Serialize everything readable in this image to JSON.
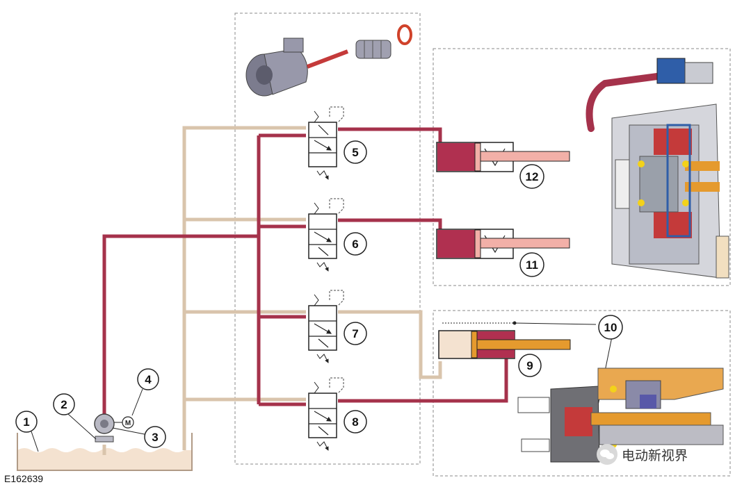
{
  "figure_code": "E162639",
  "watermark_text": "电动新视界",
  "callouts": [
    {
      "id": "1",
      "label": "1"
    },
    {
      "id": "2",
      "label": "2"
    },
    {
      "id": "3",
      "label": "3"
    },
    {
      "id": "4",
      "label": "4"
    },
    {
      "id": "5",
      "label": "5"
    },
    {
      "id": "6",
      "label": "6"
    },
    {
      "id": "7",
      "label": "7"
    },
    {
      "id": "8",
      "label": "8"
    },
    {
      "id": "9",
      "label": "9"
    },
    {
      "id": "10",
      "label": "10"
    },
    {
      "id": "11",
      "label": "11"
    },
    {
      "id": "12",
      "label": "12"
    }
  ],
  "motor_symbol": "M",
  "colors": {
    "pressure_line": "#a5324b",
    "return_line": "#d9c4ac",
    "fluid": "#f4e2d0",
    "cylinder_fill": "#b03050",
    "piston_rod": "#f2b0a8",
    "rod_orange": "#e59a2e",
    "dashed_box": "#888888"
  }
}
